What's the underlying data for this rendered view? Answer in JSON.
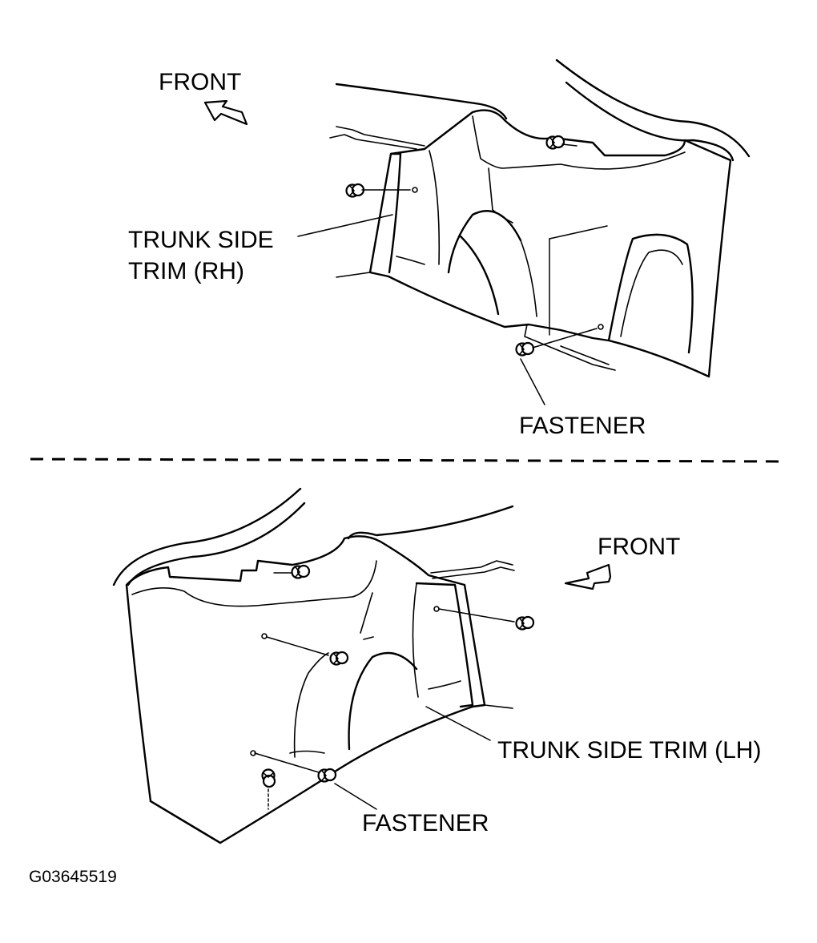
{
  "top_view": {
    "front_label": "FRONT",
    "trim_label_line1": "TRUNK SIDE",
    "trim_label_line2": "TRIM (RH)",
    "fastener_label": "FASTENER"
  },
  "bottom_view": {
    "front_label": "FRONT",
    "trim_label": "TRUNK SIDE TRIM (LH)",
    "fastener_label": "FASTENER"
  },
  "figure_code": "G03645519",
  "icons": {
    "front_arrow": "front-arrow-icon",
    "fastener_clip": "fastener-clip-icon"
  },
  "colors": {
    "ink": "#000000",
    "background": "#ffffff"
  }
}
